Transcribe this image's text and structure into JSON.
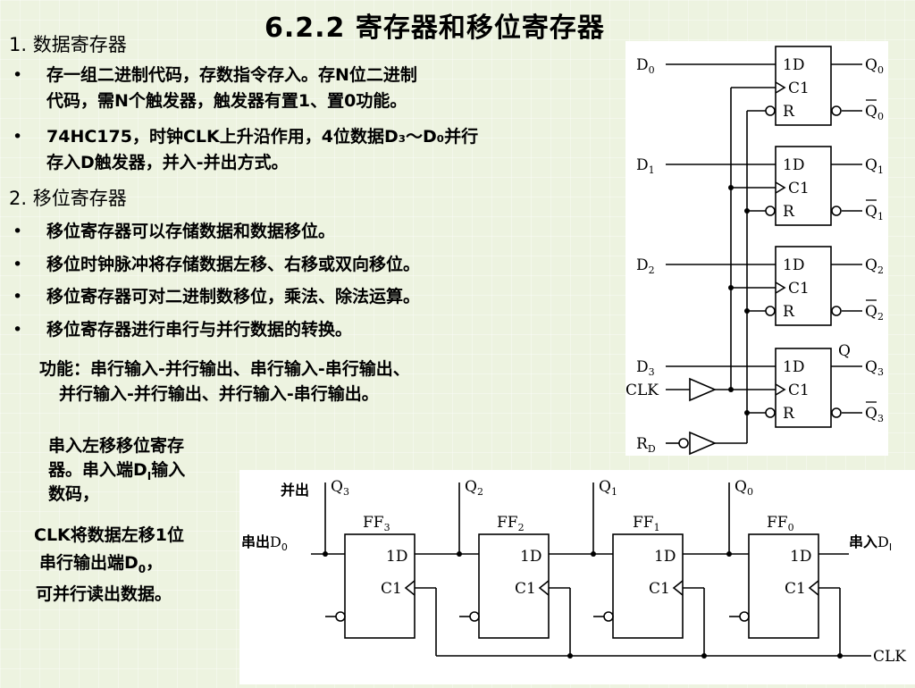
{
  "title": "6.2.2  寄存器和移位寄存器",
  "section1": {
    "heading": "1. 数据寄存器",
    "bullets": [
      {
        "line1": "存一组二进制代码，存数指令存入。存N位二进制",
        "line2": "代码，需N个触发器，触发器有置1、置0功能。"
      },
      {
        "line1": "74HC175，时钟CLK上升沿作用，4位数据D₃～D₀并行",
        "line2": "存入D触发器，并入-并出方式。"
      }
    ]
  },
  "section2": {
    "heading": "2. 移位寄存器",
    "bullets": [
      "移位寄存器可以存储数据和数据移位。",
      "移位时钟脉冲将存储数据左移、右移或双向移位。",
      "移位寄存器可对二进制数移位，乘法、除法运算。",
      "移位寄存器进行串行与并行数据的转换。"
    ],
    "functions_line1": "功能：串行输入-并行输出、串行输入-串行输出、",
    "functions_line2": "并行输入-并行输出、并行输入-串行输出。"
  },
  "note": {
    "line1": "串入左移移位寄存",
    "line2": "器。串入端D",
    "line2_sub": "I",
    "line2_end": "输入",
    "line3": "数码，",
    "line4": "CLK将数据左移1位",
    "line5": "串行输出端D",
    "line5_sub": "0",
    "line5_end": "，",
    "line6": "可并行读出数据。"
  },
  "diagram1": {
    "ff_labels": {
      "d": "1D",
      "clk": "C1",
      "r": "R"
    },
    "inputs": [
      "D0",
      "D1",
      "D2",
      "D3"
    ],
    "outputs": [
      "Q0",
      "Q1",
      "Q2",
      "Q3"
    ],
    "outputs_bar": [
      "Q0",
      "Q1",
      "Q2",
      "Q3"
    ],
    "q_label": "Q",
    "clk_label": "CLK",
    "reset_label": "RD"
  },
  "diagram2": {
    "ffs": [
      "FF3",
      "FF2",
      "FF1",
      "FF0"
    ],
    "taps": [
      "Q3",
      "Q2",
      "Q1",
      "Q0"
    ],
    "ff_d": "1D",
    "ff_c": "C1",
    "parallel_out": "并出",
    "serial_out": "串出D0",
    "serial_in": "串入DI",
    "clk": "CLK"
  }
}
